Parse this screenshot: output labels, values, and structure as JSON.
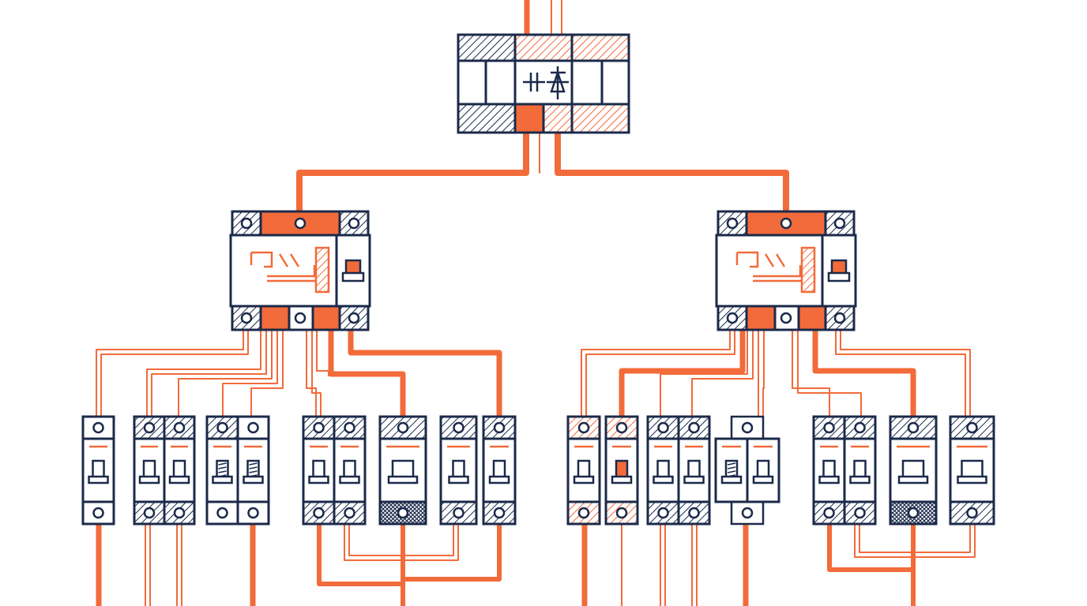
{
  "diagram": {
    "palette": {
      "navy": "#1b2a4a",
      "orange": "#f26b3a",
      "light_orange": "#f7a582",
      "background": "#ffffff"
    },
    "main_unit": {
      "symbols": [
        "capacitor-symbol",
        "diode-symbol"
      ]
    },
    "sub_distribution_units": [
      {
        "side": "left",
        "symbols": [
          "isolator-switch-symbol",
          "toggle-lever"
        ]
      },
      {
        "side": "right",
        "symbols": [
          "isolator-switch-symbol",
          "toggle-lever"
        ]
      }
    ],
    "breaker_groups": [
      {
        "side": "left",
        "modules": [
          1,
          2,
          2,
          2,
          1,
          1,
          1
        ]
      },
      {
        "side": "right",
        "modules": [
          1,
          1,
          2,
          2,
          2,
          1,
          1
        ]
      }
    ]
  }
}
